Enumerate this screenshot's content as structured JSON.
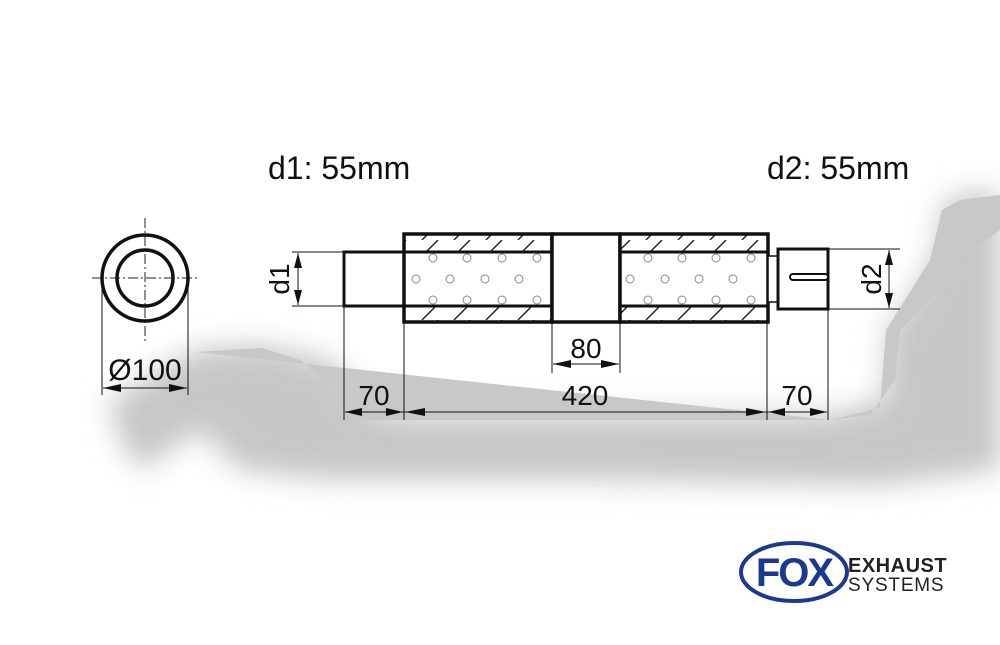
{
  "diagram": {
    "title_left": "d1: 55mm",
    "title_right": "d2: 55mm",
    "end_view": {
      "diameter_label": "Ø100"
    },
    "labels": {
      "d1": "d1",
      "d2": "d2",
      "center_gap": "80",
      "left_pipe": "70",
      "body_length": "420",
      "right_pipe": "70"
    },
    "colors": {
      "line": "#111111",
      "shadow": "#c8c8c8",
      "perforation": "#888888",
      "logo_blue": "#1a3a8f"
    }
  },
  "logo": {
    "mark": "FOX",
    "line1": "EXHAUST",
    "line2": "SYSTEMS"
  }
}
